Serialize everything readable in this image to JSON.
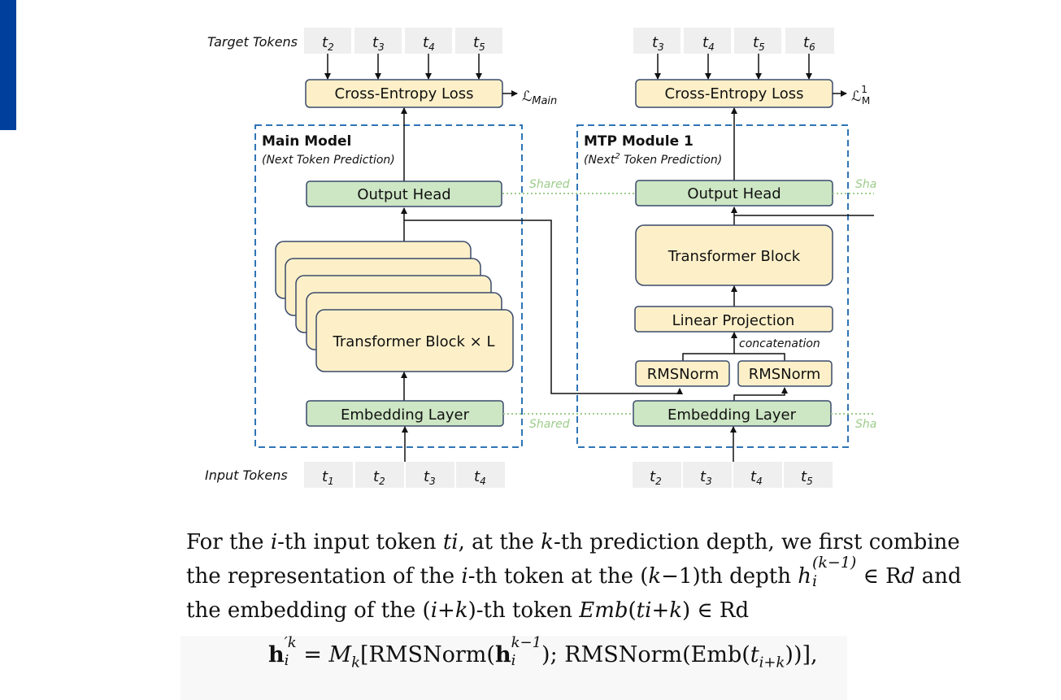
{
  "labels": {
    "target_tokens": "Target Tokens",
    "input_tokens": "Input Tokens",
    "shared": "Shared",
    "shared_partial": "Sha",
    "concatenation": "concatenation"
  },
  "main_model": {
    "title": "Main Model",
    "subtitle": "(Next Token Prediction)",
    "target_tokens": [
      "2",
      "3",
      "4",
      "5"
    ],
    "input_tokens": [
      "1",
      "2",
      "3",
      "4"
    ],
    "loss_box": "Cross-Entropy Loss",
    "loss_symbol": "ℒ",
    "loss_sub": "Main",
    "output_head": "Output Head",
    "transformer": "Transformer Block × L",
    "embedding": "Embedding Layer"
  },
  "mtp_module": {
    "title": "MTP Module 1",
    "subtitle_pre": "(Next",
    "subtitle_sup": "2",
    "subtitle_post": " Token Prediction)",
    "target_tokens": [
      "3",
      "4",
      "5",
      "6"
    ],
    "input_tokens": [
      "2",
      "3",
      "4",
      "5"
    ],
    "loss_box": "Cross-Entropy Loss",
    "loss_symbol": "ℒ",
    "loss_sup": "1",
    "loss_sub": "M",
    "output_head": "Output Head",
    "transformer": "Transformer Block",
    "linear_projection": "Linear Projection",
    "rmsnorm_left": "RMSNorm",
    "rmsnorm_right": "RMSNorm",
    "embedding": "Embedding Layer"
  },
  "paragraph": {
    "l1_a": "For the ",
    "l1_b": "i",
    "l1_c": "-th input token ",
    "l1_d": "ti",
    "l1_e": ", at the ",
    "l1_f": "k",
    "l1_g": "-th prediction depth, we first combine",
    "l2_a": "the representation of the ",
    "l2_b": "i",
    "l2_c": "-th token at the (",
    "l2_d": "k",
    "l2_e": "−1)th depth ",
    "l2_h": "h",
    "l2_sup": "(k−1)",
    "l2_sub": "i",
    "l2_f": " ∈ R",
    "l2_g": "d",
    "l2_end": " and",
    "l3_a": "the embedding of the (",
    "l3_b": "i",
    "l3_c": "+",
    "l3_d": "k",
    "l3_e": ")-th token ",
    "l3_f": "Emb",
    "l3_g": "(",
    "l3_h": "ti",
    "l3_i": "+",
    "l3_j": "k",
    "l3_k": ") ∈ Rd"
  },
  "formula": {
    "h": "h",
    "h_sup": "′k",
    "h_sub": "i",
    "eq": " = ",
    "m": "M",
    "m_sub": "k",
    "open": "[RMSNorm(",
    "h2": "h",
    "h2_sup": "k−1",
    "h2_sub": "i",
    "mid": "); RMSNorm(Emb(",
    "t": "t",
    "t_sub": "i+k",
    "close": "))],"
  }
}
